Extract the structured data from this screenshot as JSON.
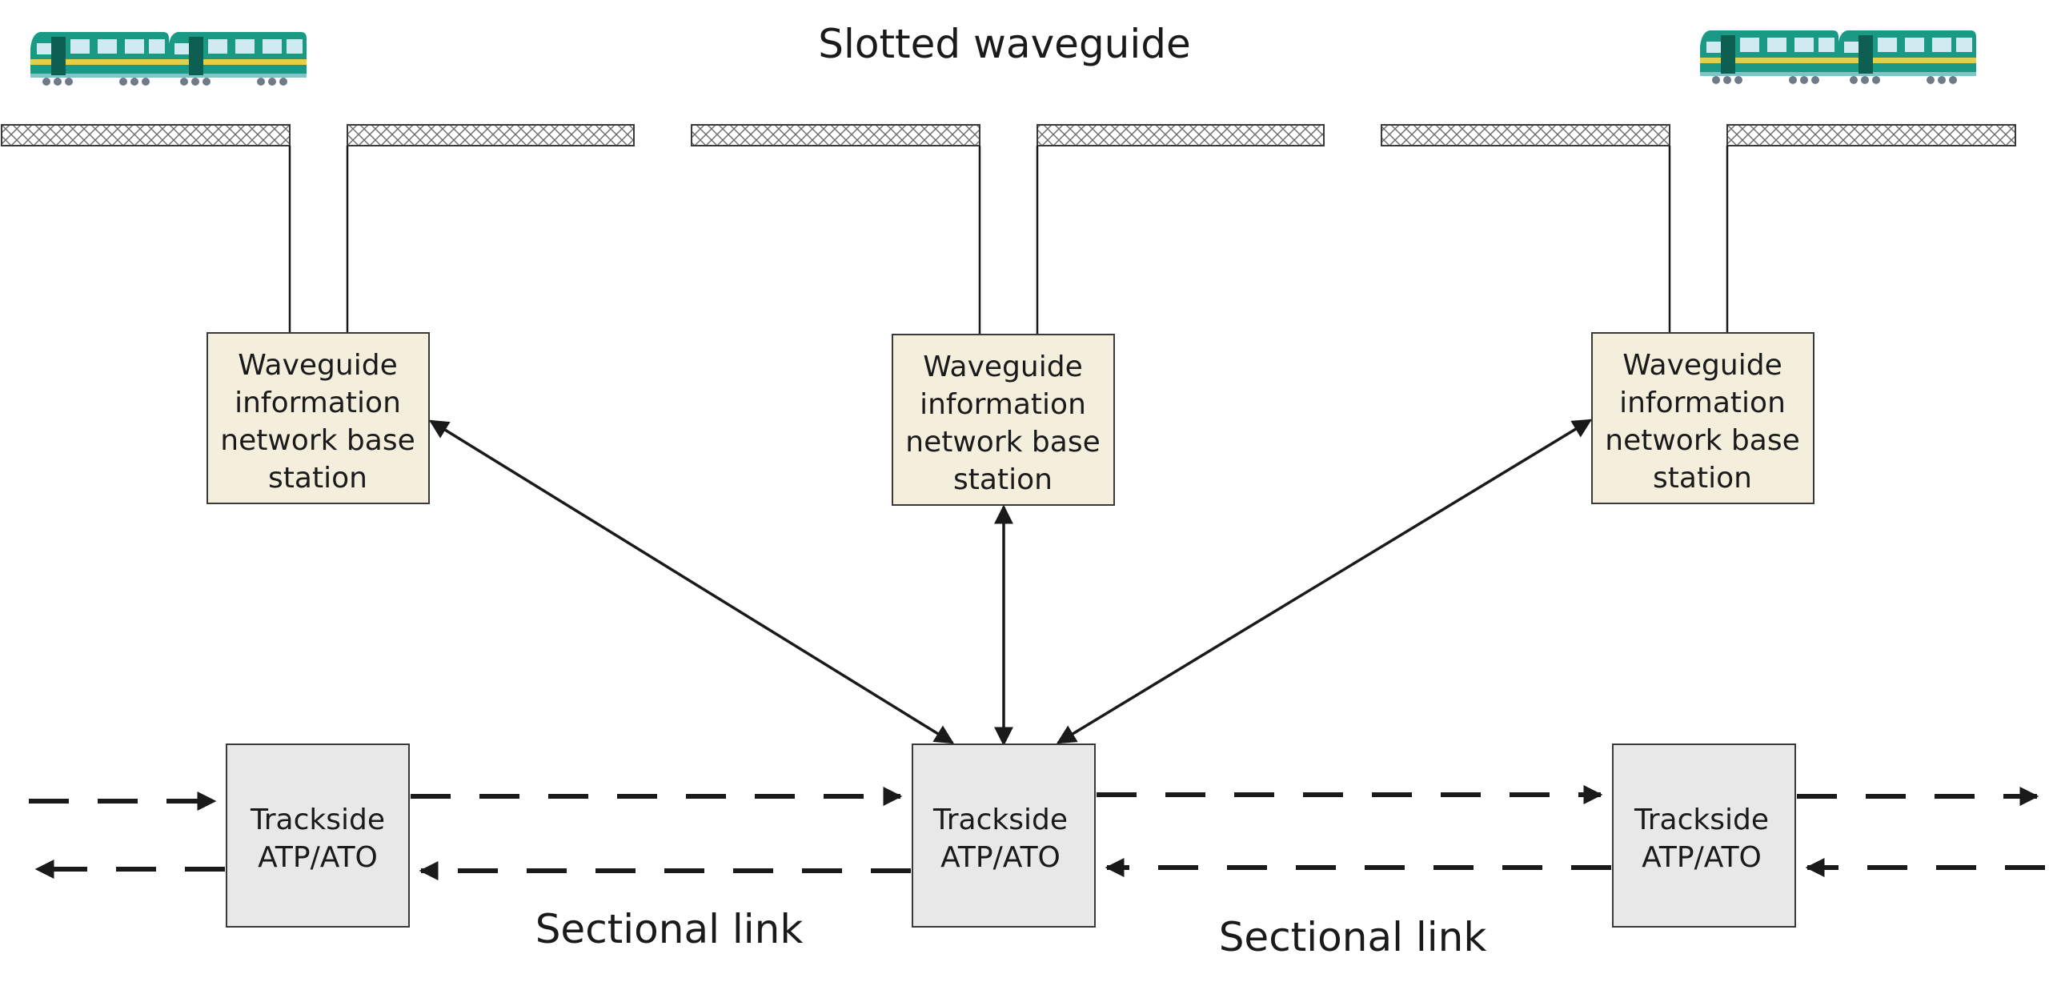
{
  "title": "Slotted waveguide",
  "base_stations": [
    {
      "label_lines": [
        "Waveguide",
        "information",
        "network base",
        "station"
      ]
    },
    {
      "label_lines": [
        "Waveguide",
        "information",
        "network base",
        "station"
      ]
    },
    {
      "label_lines": [
        "Waveguide",
        "information",
        "network base",
        "station"
      ]
    }
  ],
  "trackside_units": [
    {
      "label_lines": [
        "Trackside",
        "ATP/ATO"
      ]
    },
    {
      "label_lines": [
        "Trackside",
        "ATP/ATO"
      ]
    },
    {
      "label_lines": [
        "Trackside",
        "ATP/ATO"
      ]
    }
  ],
  "link_labels": [
    "Sectional link",
    "Sectional link"
  ],
  "trains": [
    {
      "position": "top-left",
      "cars": 2
    },
    {
      "position": "top-right",
      "cars": 2
    }
  ],
  "colors": {
    "base_station_fill": "#f4efdc",
    "trackside_fill": "#e8e8e8",
    "train_body": "#1a9a84",
    "train_stripe": "#e2d04a",
    "train_window": "#cfeaf0",
    "train_door": "#0d5f52",
    "line": "#1a1a1a"
  }
}
